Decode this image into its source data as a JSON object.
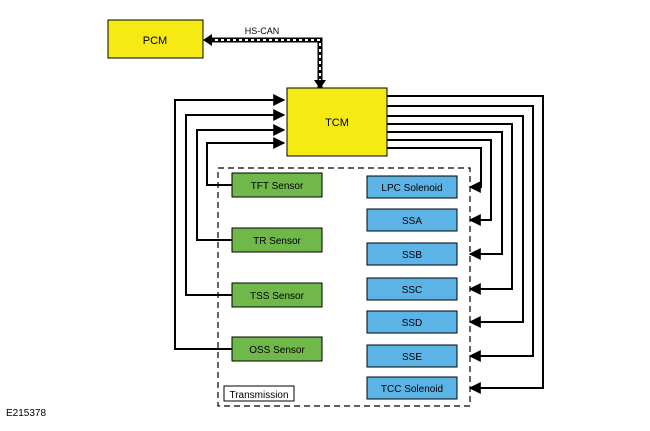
{
  "modules": {
    "pcm": "PCM",
    "tcm": "TCM"
  },
  "bus": {
    "label": "HS-CAN"
  },
  "sensors": [
    {
      "label": "TFT Sensor"
    },
    {
      "label": "TR Sensor"
    },
    {
      "label": "TSS Sensor"
    },
    {
      "label": "OSS Sensor"
    }
  ],
  "solenoids": [
    {
      "label": "LPC Solenoid"
    },
    {
      "label": "SSA"
    },
    {
      "label": "SSB"
    },
    {
      "label": "SSC"
    },
    {
      "label": "SSD"
    },
    {
      "label": "SSE"
    },
    {
      "label": "TCC Solenoid"
    }
  ],
  "transmission": {
    "label": "Transmission"
  },
  "figure_id": "E215378",
  "colors": {
    "module_fill": "#f5ea14",
    "sensor_fill": "#71b84a",
    "solenoid_fill": "#5bb3e6",
    "line": "#000000"
  }
}
